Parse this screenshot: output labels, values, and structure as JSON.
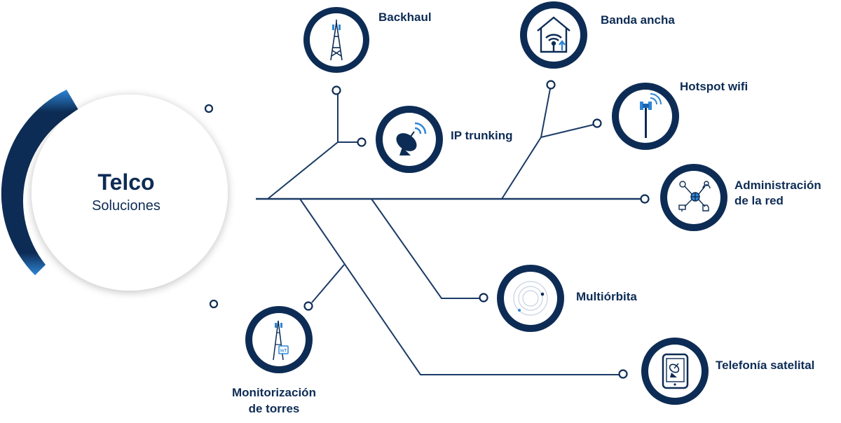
{
  "hub": {
    "title": "Telco",
    "subtitle": "Soluciones"
  },
  "colors": {
    "navy": "#0d2c55",
    "accent": "#2e86d6",
    "line": "#1b3a66"
  },
  "nodes": [
    {
      "id": "backhaul",
      "label": "Backhaul",
      "icon": "cell-tower-icon"
    },
    {
      "id": "ip-trunking",
      "label": "IP trunking",
      "icon": "satellite-dish-icon"
    },
    {
      "id": "banda-ancha",
      "label": "Banda ancha",
      "icon": "home-wifi-icon"
    },
    {
      "id": "hotspot-wifi",
      "label": "Hotspot wifi",
      "icon": "wifi-antenna-icon"
    },
    {
      "id": "administracion-red",
      "label_line1": "Administración",
      "label_line2": "de la red",
      "icon": "network-management-icon"
    },
    {
      "id": "multiorbita",
      "label": "Multiórbita",
      "icon": "orbit-icon"
    },
    {
      "id": "telefonia-satelital",
      "label": "Telefonía satelital",
      "icon": "satellite-phone-icon"
    },
    {
      "id": "monitorizacion-torres",
      "label_line1": "Monitorización",
      "label_line2": "de torres",
      "icon": "iot-tower-icon"
    }
  ]
}
